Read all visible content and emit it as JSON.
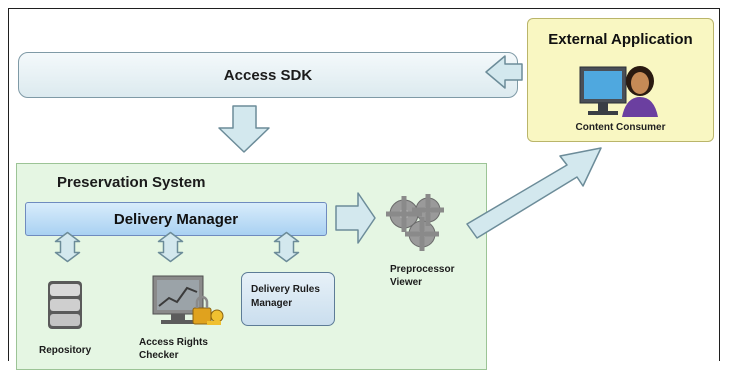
{
  "access_sdk": {
    "label": "Access SDK"
  },
  "external_application": {
    "title": "External Application",
    "consumer_label": "Content Consumer"
  },
  "preservation_system": {
    "title": "Preservation System",
    "delivery_manager": "Delivery Manager",
    "components": {
      "repository": "Repository",
      "access_rights_checker_line1": "Access Rights",
      "access_rights_checker_line2": "Checker",
      "delivery_rules_manager_line1": "Delivery Rules",
      "delivery_rules_manager_line2": "Manager"
    }
  },
  "preprocessor_viewer": {
    "line1": "Preprocessor",
    "line2": "Viewer"
  },
  "colors": {
    "external_box": "#f9f7c2",
    "preservation_box": "#e5f6e3",
    "delivery_manager": "#a9d1f2",
    "arrow_fill": "#d3e8ee",
    "arrow_stroke": "#6c8c99"
  }
}
